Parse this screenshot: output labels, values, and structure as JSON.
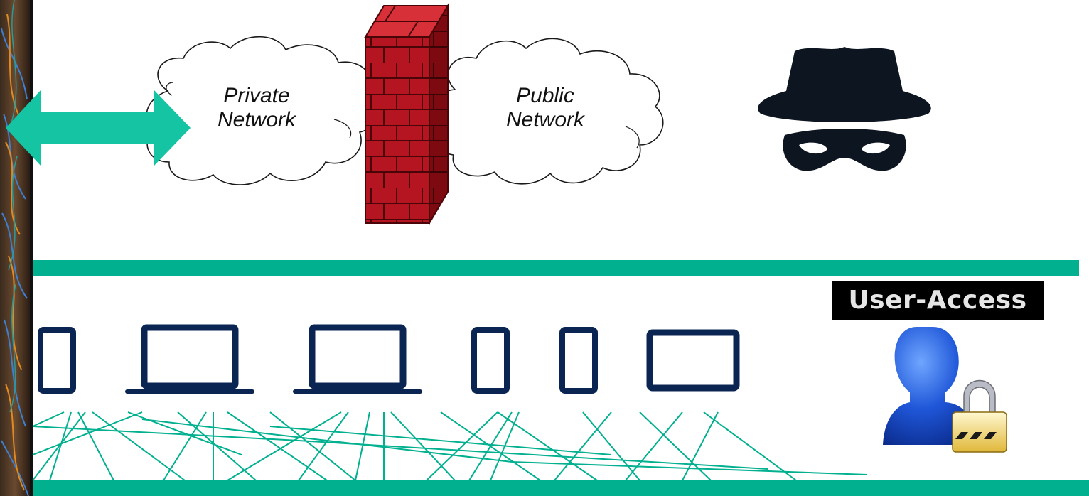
{
  "clouds": {
    "private": {
      "line1": "Private",
      "line2": "Network"
    },
    "public": {
      "line1": "Public",
      "line2": "Network"
    }
  },
  "user_access": {
    "label": "User-Access"
  },
  "icons": {
    "double_arrow": "double-arrow-icon",
    "firewall": "firewall-icon",
    "hacker": "hacker-icon",
    "devices": [
      "phone-icon",
      "laptop-icon",
      "laptop-icon",
      "phone-icon",
      "phone-icon",
      "tablet-icon"
    ],
    "user_lock": "user-lock-icon"
  },
  "colors": {
    "accent_teal": "#00b08f",
    "arrow_teal": "#14c4a2",
    "device_navy": "#0b2553",
    "hacker_black": "#0d1520",
    "brick_red": "#c8202c",
    "brick_dark": "#8a0e14",
    "user_blue": "#1f56d8"
  }
}
